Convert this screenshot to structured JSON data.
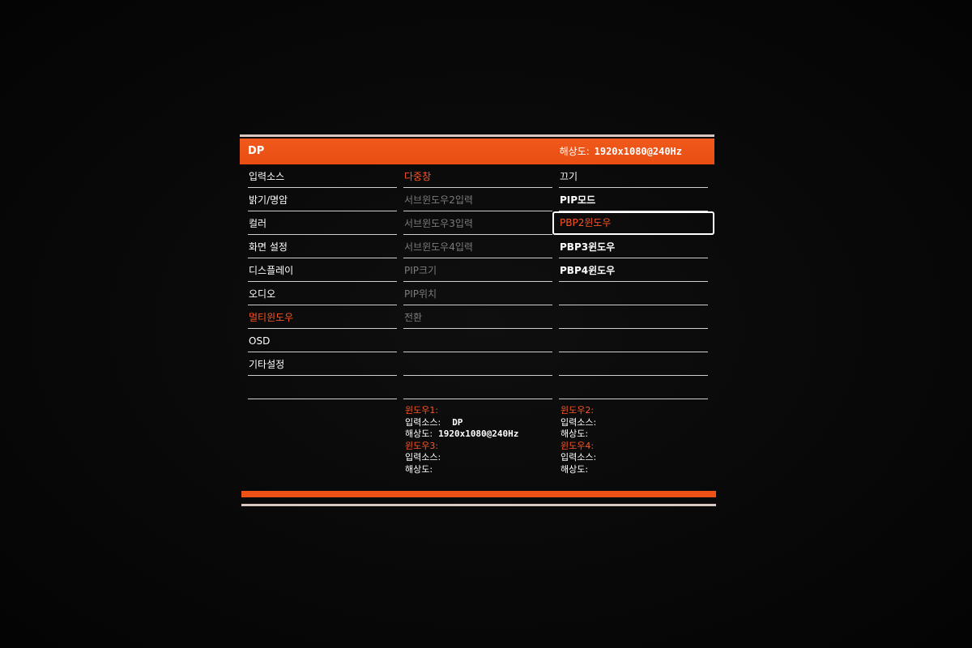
{
  "header": {
    "source": "DP",
    "resolution_label": "해상도:",
    "resolution_value": "1920x1080@240Hz"
  },
  "main_menu": [
    {
      "label": "입력소스",
      "state": "normal"
    },
    {
      "label": "밝기/명암",
      "state": "normal"
    },
    {
      "label": "컬러",
      "state": "normal"
    },
    {
      "label": "화면 설정",
      "state": "normal"
    },
    {
      "label": "디스플레이",
      "state": "normal"
    },
    {
      "label": "오디오",
      "state": "normal"
    },
    {
      "label": "멀티윈도우",
      "state": "active"
    },
    {
      "label": "OSD",
      "state": "normal"
    },
    {
      "label": "기타설정",
      "state": "normal"
    },
    {
      "label": "",
      "state": "empty"
    }
  ],
  "sub_menu": [
    {
      "label": "다중창",
      "state": "active"
    },
    {
      "label": "서브윈도우2입력",
      "state": "disabled"
    },
    {
      "label": "서브윈도우3입력",
      "state": "disabled"
    },
    {
      "label": "서브윈도우4입력",
      "state": "disabled"
    },
    {
      "label": "PIP크기",
      "state": "disabled"
    },
    {
      "label": "PIP위치",
      "state": "disabled"
    },
    {
      "label": "전환",
      "state": "disabled"
    },
    {
      "label": "",
      "state": "empty"
    },
    {
      "label": "",
      "state": "empty"
    },
    {
      "label": "",
      "state": "empty"
    }
  ],
  "options": [
    {
      "label": "끄기",
      "state": "normal"
    },
    {
      "label": "PIP모드",
      "state": "bold"
    },
    {
      "label": "PBP2윈도우",
      "state": "selected"
    },
    {
      "label": "PBP3윈도우",
      "state": "bold"
    },
    {
      "label": "PBP4윈도우",
      "state": "bold"
    },
    {
      "label": "",
      "state": "empty"
    },
    {
      "label": "",
      "state": "empty"
    },
    {
      "label": "",
      "state": "empty"
    },
    {
      "label": "",
      "state": "empty"
    },
    {
      "label": "",
      "state": "empty"
    }
  ],
  "info_left": {
    "window1_title": "윈도우1:",
    "window1_input_label": "입력소스:",
    "window1_input_value": "DP",
    "window1_res_label": "해상도:",
    "window1_res_value": "1920x1080@240Hz",
    "window3_title": "윈도우3:",
    "window3_input_label": "입력소스:",
    "window3_res_label": "해상도:"
  },
  "info_right": {
    "window2_title": "윈도우2:",
    "window2_input_label": "입력소스:",
    "window2_res_label": "해상도:",
    "window4_title": "윈도우4:",
    "window4_input_label": "입력소스:",
    "window4_res_label": "해상도:"
  },
  "colors": {
    "accent": "#ee5116",
    "active_text": "#ff5426",
    "disabled_text": "#7c7c7c",
    "background": "#070707"
  }
}
